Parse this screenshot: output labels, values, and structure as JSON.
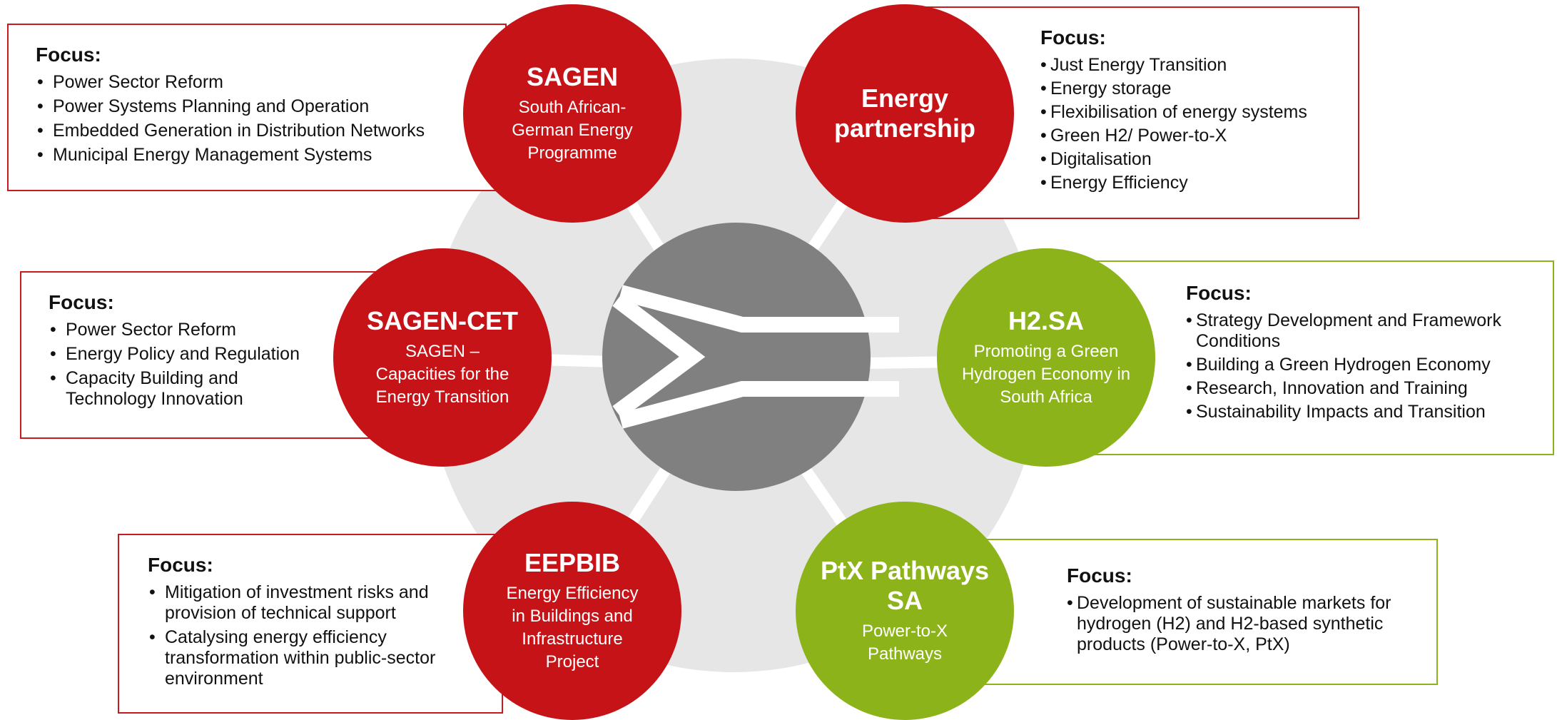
{
  "hub": {
    "icon": "south-africa-flag-chevron-icon",
    "colors": {
      "disc": "#e6e6e6",
      "hub": "#808080",
      "red": "#c51317",
      "green": "#8db31a"
    }
  },
  "programmes": [
    {
      "key": "sagen",
      "title": "SAGEN",
      "subtitle": "South African-German Energy Programme",
      "color": "red",
      "focus_label": "Focus:",
      "items": [
        "Power Sector Reform",
        "Power Systems Planning and Operation",
        "Embedded Generation in Distribution Networks",
        "Municipal Energy Management Systems"
      ]
    },
    {
      "key": "energy-partnership",
      "title": "Energy partnership",
      "subtitle": "",
      "color": "red",
      "focus_label": "Focus:",
      "items": [
        "Just Energy Transition",
        "Energy storage",
        "Flexibilisation of energy systems",
        "Green H2/ Power-to-X",
        "Digitalisation",
        "Energy Efficiency"
      ]
    },
    {
      "key": "sagen-cet",
      "title": "SAGEN-CET",
      "subtitle": "SAGEN – Capacities for the Energy Transition",
      "color": "red",
      "focus_label": "Focus:",
      "items": [
        "Power Sector Reform",
        "Energy Policy and Regulation",
        "Capacity Building and Technology Innovation"
      ]
    },
    {
      "key": "h2sa",
      "title": "H2.SA",
      "subtitle": "Promoting a Green Hydrogen Economy in South Africa",
      "color": "green",
      "focus_label": "Focus:",
      "items": [
        "Strategy Development and Framework Conditions",
        "Building a Green Hydrogen Economy",
        "Research, Innovation and Training",
        "Sustainability Impacts and Transition"
      ]
    },
    {
      "key": "eepbib",
      "title": "EEPBIB",
      "subtitle": "Energy Efficiency in Buildings and Infrastructure Project",
      "color": "red",
      "focus_label": "Focus:",
      "items": [
        "Mitigation of investment risks and provision of technical support",
        "Catalysing energy efficiency transformation within public-sector environment"
      ]
    },
    {
      "key": "ptx",
      "title": "PtX Pathways SA",
      "subtitle": "Power-to-X Pathways",
      "color": "green",
      "focus_label": "Focus:",
      "items": [
        "Development of sustainable markets for hydrogen (H2) and H2-based synthetic products (Power-to-X, PtX)"
      ]
    }
  ]
}
